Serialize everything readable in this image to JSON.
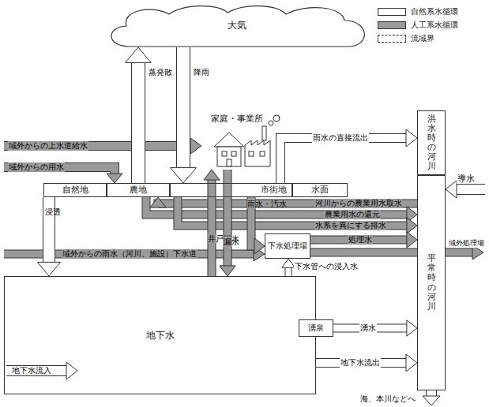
{
  "diagram": {
    "nodes": [
      {
        "text": [
          "大気"
        ]
      },
      {
        "text": [
          "家庭・事業所"
        ]
      },
      {
        "text": [
          "自然地"
        ]
      },
      {
        "text": [
          "農地"
        ]
      },
      {
        "text": [
          "市街地"
        ]
      },
      {
        "text": [
          "水面"
        ]
      },
      {
        "text": [
          "下水処理場"
        ]
      },
      {
        "text": [
          "地下水"
        ]
      },
      {
        "text": [
          "湧泉"
        ]
      },
      {
        "text": [
          "洪水時の河川"
        ]
      },
      {
        "text": [
          "平常時の河川"
        ]
      }
    ],
    "edges": [
      {
        "from": 3,
        "to": 0,
        "label": "蒸発散",
        "arrow": "to"
      },
      {
        "from": 0,
        "to": 4,
        "label": "降雨",
        "arrow": "to"
      },
      {
        "from": 4,
        "to": 9,
        "label": "雨水の直接流出",
        "arrow": "to"
      },
      {
        "from": 10,
        "to": 3,
        "label": "河川からの農業用水取水",
        "arrow": "to"
      },
      {
        "from": 3,
        "to": 10,
        "label": "農業用水の還元",
        "arrow": "to"
      },
      {
        "from": 4,
        "to": 10,
        "label": "水系を異にする排水",
        "arrow": "to"
      },
      {
        "from": 4,
        "to": 6,
        "label": "雨水・汚水",
        "arrow": "to"
      },
      {
        "from": 6,
        "to": 10,
        "label": "処理水",
        "arrow": "to"
      },
      {
        "from": 7,
        "to": 6,
        "label": "下水管への浸入水",
        "arrow": "to"
      },
      {
        "from": 7,
        "to": 1,
        "label": "井戸揚水",
        "arrow": "to"
      },
      {
        "from": 1,
        "to": 7,
        "label": "漏水",
        "arrow": "to"
      },
      {
        "from": 2,
        "to": 7,
        "label": "浸透",
        "arrow": "to"
      },
      {
        "from": 8,
        "to": 10,
        "label": "湧水",
        "arrow": "to"
      },
      {
        "from": 7,
        "to": 10,
        "label": "地下水流出",
        "arrow": "to"
      }
    ],
    "labels": [
      "域外からの上水道給水",
      "域外からの用水",
      "域外からの雨水（河川、施設）下水道",
      "地下水流入",
      "導水",
      "域外処理場",
      "海、本川などへ"
    ],
    "legend": [
      {
        "text": "自然系水循環",
        "color": "#ffffff"
      },
      {
        "text": "人工系水循環",
        "color": "#9a9a9a"
      },
      {
        "text": "流域界"
      }
    ]
  }
}
